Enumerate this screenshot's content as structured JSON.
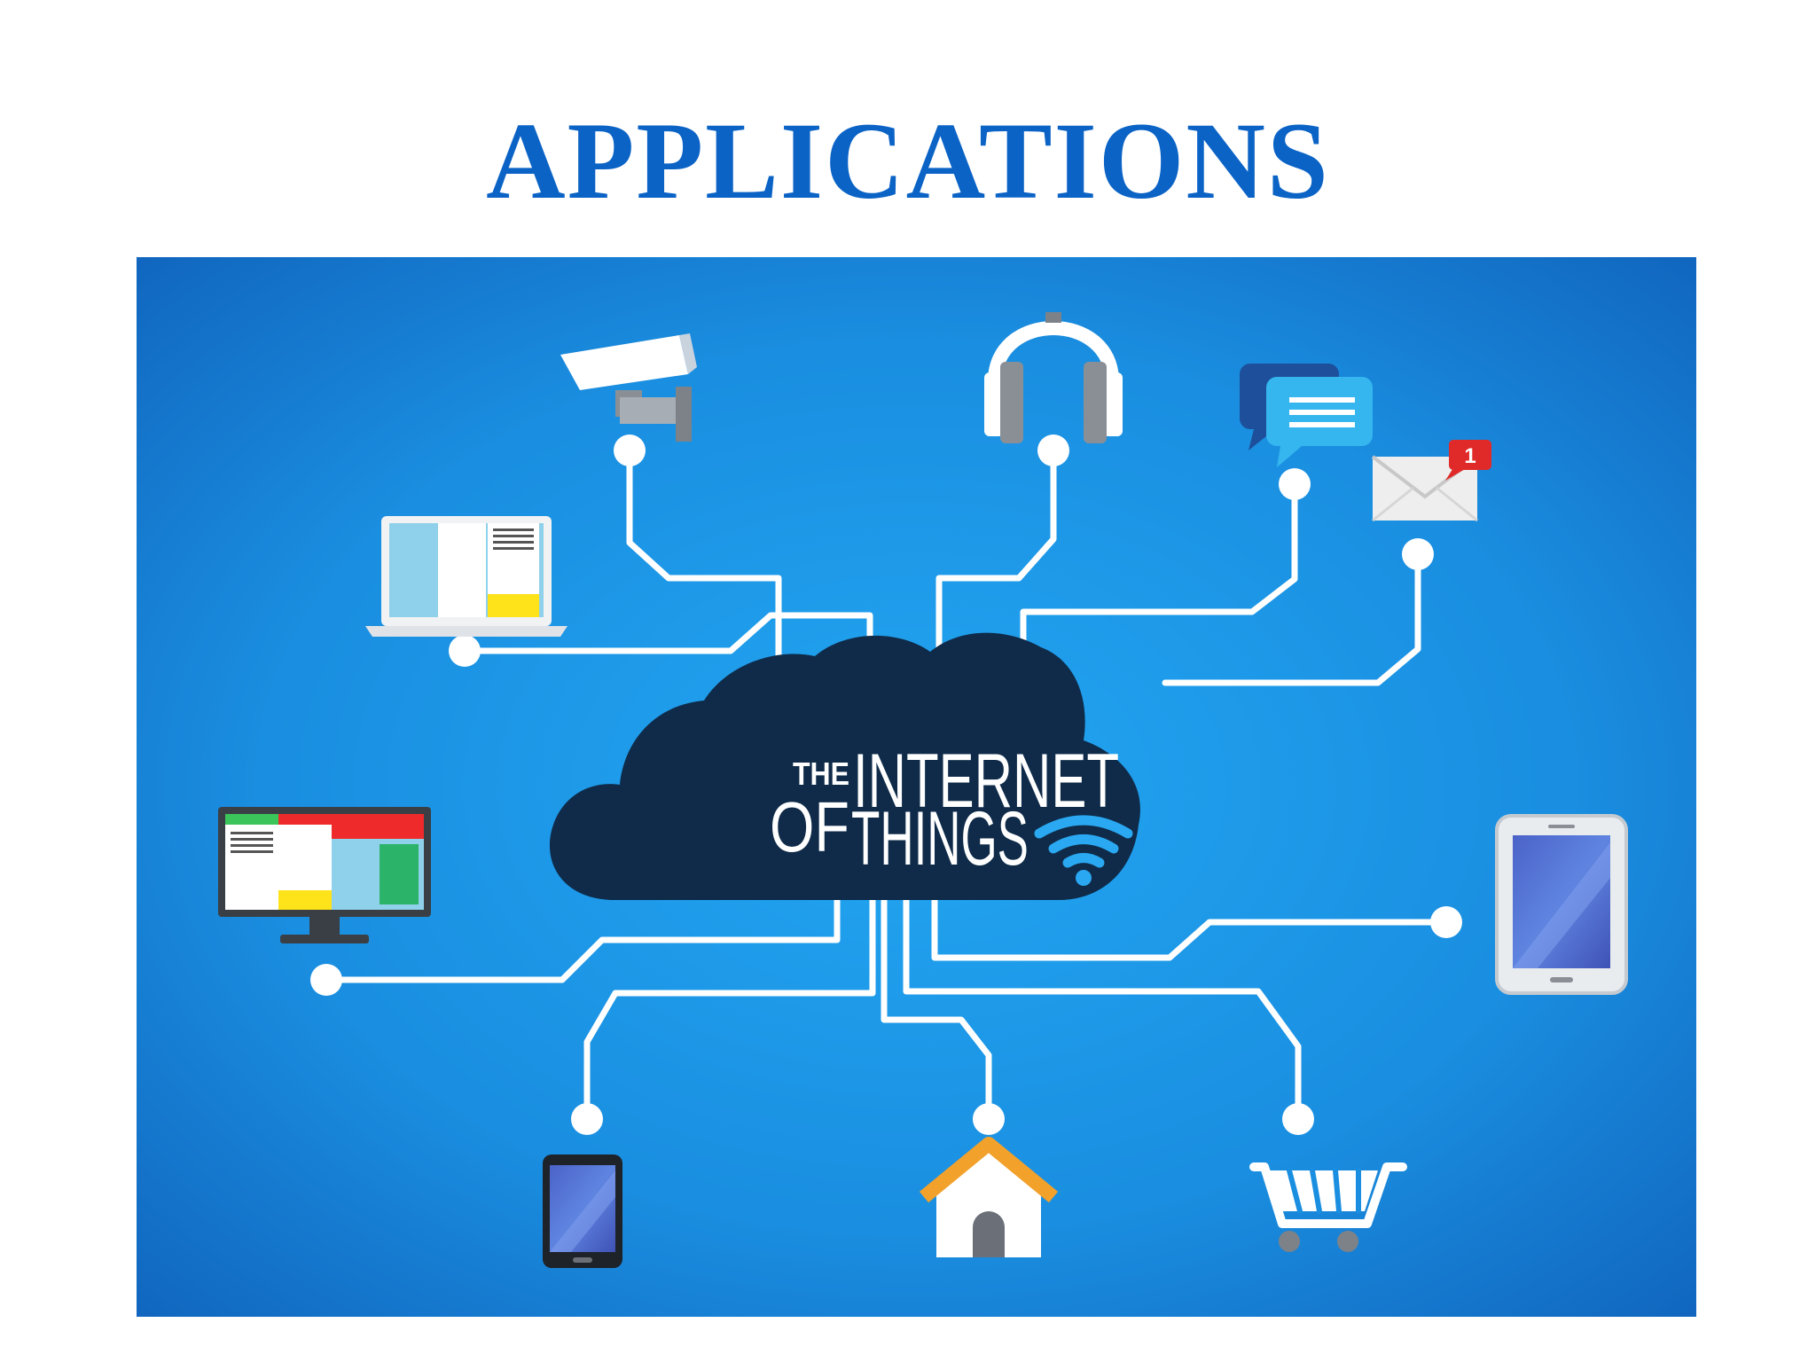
{
  "slide": {
    "title": "APPLICATIONS",
    "title_color": "#0b63c6"
  },
  "diagram": {
    "background_color": "#1a8ee0",
    "background_edge_color": "#1167bf",
    "line_color": "#ffffff",
    "cloud_color": "#0f2b49",
    "wifi_color": "#2aa8f2",
    "cloud_text": {
      "line1_small": "THE",
      "line1_big": "INTERNET",
      "line2_small": "OF",
      "line2_big": "THINGS"
    },
    "email_badge": "1",
    "devices": [
      {
        "name": "security-camera",
        "icon": "cctv-camera-icon"
      },
      {
        "name": "headphones",
        "icon": "headphones-icon"
      },
      {
        "name": "chat",
        "icon": "chat-bubble-icon"
      },
      {
        "name": "email",
        "icon": "envelope-icon"
      },
      {
        "name": "laptop",
        "icon": "laptop-icon"
      },
      {
        "name": "monitor",
        "icon": "monitor-icon"
      },
      {
        "name": "tablet",
        "icon": "tablet-icon"
      },
      {
        "name": "smartphone",
        "icon": "smartphone-icon"
      },
      {
        "name": "smart-home",
        "icon": "house-icon"
      },
      {
        "name": "shopping-cart",
        "icon": "shopping-cart-icon"
      }
    ]
  }
}
